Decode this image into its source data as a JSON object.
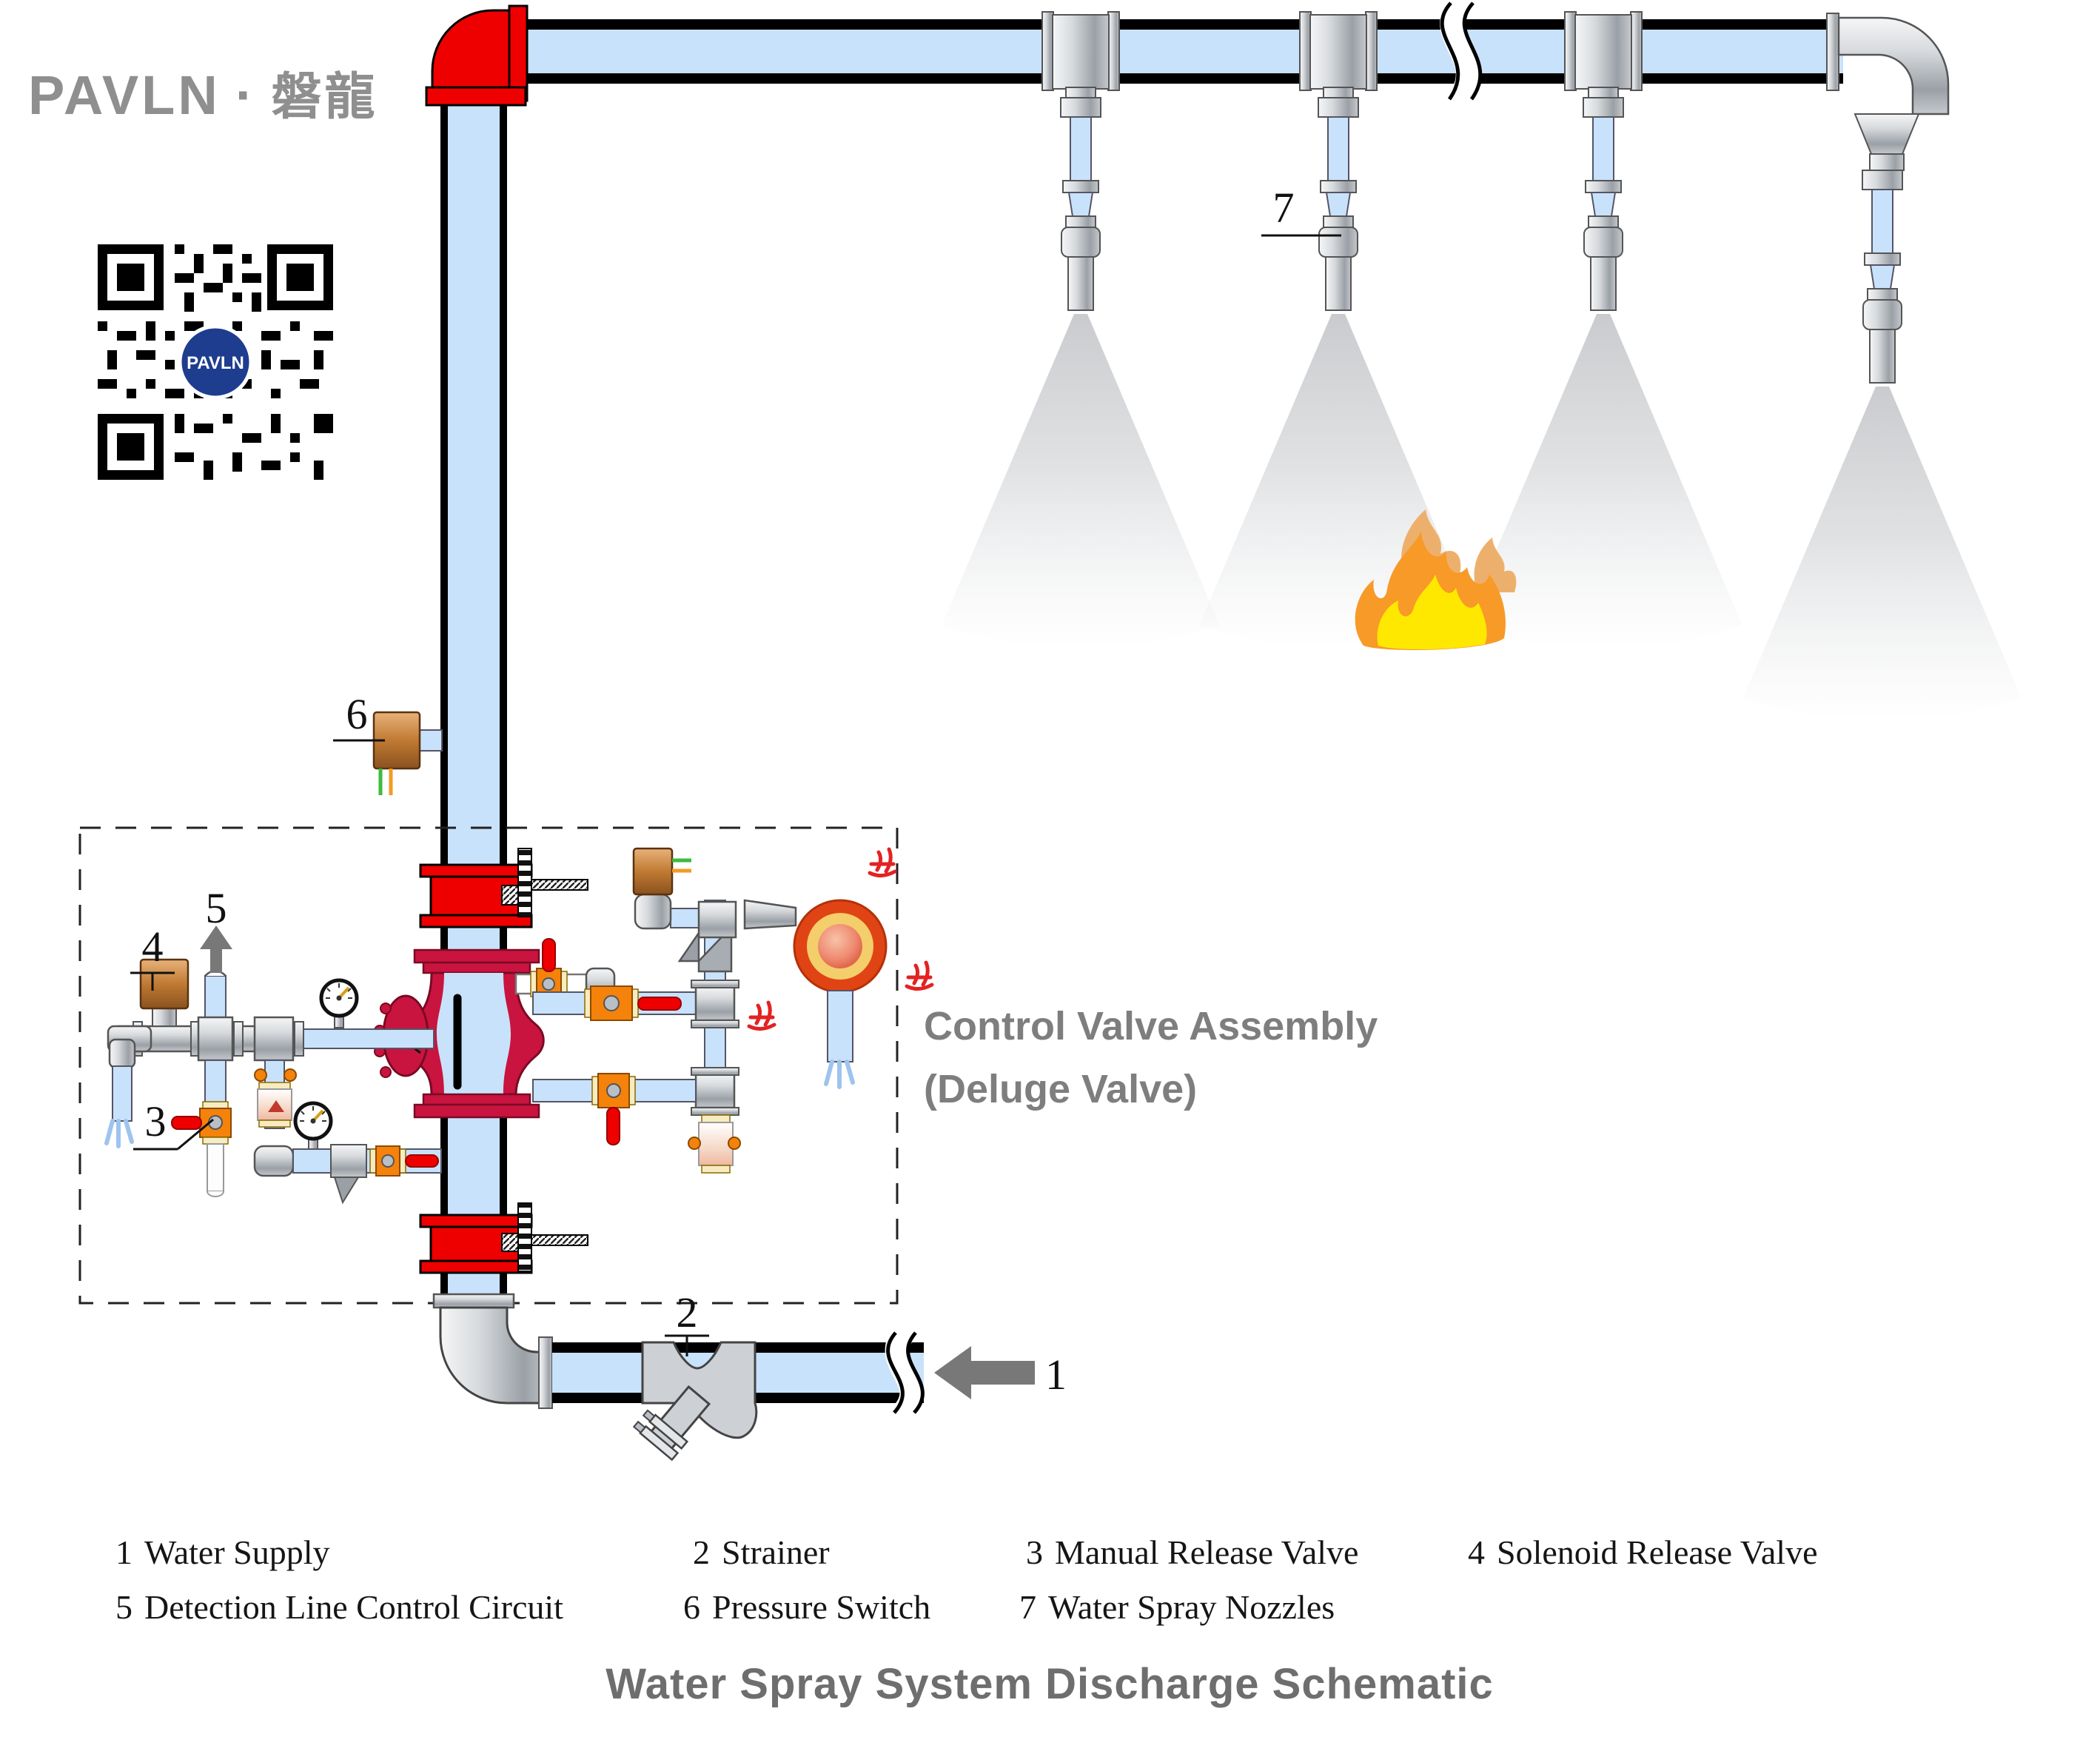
{
  "logo": {
    "brand": "PAVLN",
    "separator": "·",
    "brand_cjk": "磐龍",
    "qr_center_label": "PAVLN"
  },
  "assembly_label": {
    "line1": "Control Valve Assembly",
    "line2": "(Deluge Valve)"
  },
  "callouts": [
    {
      "num": "1",
      "name": "Water Supply"
    },
    {
      "num": "2",
      "name": "Strainer"
    },
    {
      "num": "3",
      "name": "Manual Release Valve"
    },
    {
      "num": "4",
      "name": "Solenoid Release Valve"
    },
    {
      "num": "5",
      "name": "Detection Line Control Circuit"
    },
    {
      "num": "6",
      "name": "Pressure Switch"
    },
    {
      "num": "7",
      "name": "Water Spray Nozzles"
    }
  ],
  "footer": {
    "title": "Water Spray System Discharge Schematic"
  },
  "diagram_facts": {
    "nozzles_shown": 4,
    "spray_cones_shown": 4,
    "butterfly_valves_shown": 2,
    "pressure_gauges_shown": 2,
    "flow_direction": "water enters at arrow 1, rises through deluge valve riser, discharges at spray nozzles 7 over fire"
  },
  "colors": {
    "pipe_water": "#C9E2FB",
    "pipe_outline": "#000000",
    "valve_red": "#EE0000",
    "deluge_crimson": "#C9143F",
    "trim_orange": "#F5820A",
    "flange_cream": "#F7ECC0",
    "copper": "#C07A33",
    "gong_outer": "#E04414",
    "gong_ring": "#F3CE6B",
    "fire_yellow": "#FFE800",
    "fire_orange": "#F79A28",
    "fire_tan": "#EDB06C",
    "spray_gray": "#9AA0A6",
    "label_gray": "#7E7E7E",
    "logo_gray": "#8F8F8F",
    "wire_green": "#3DBB3D",
    "wire_orange": "#F59A23",
    "arrow_gray": "#787878",
    "qr_logo_blue": "#1E3D8F"
  }
}
